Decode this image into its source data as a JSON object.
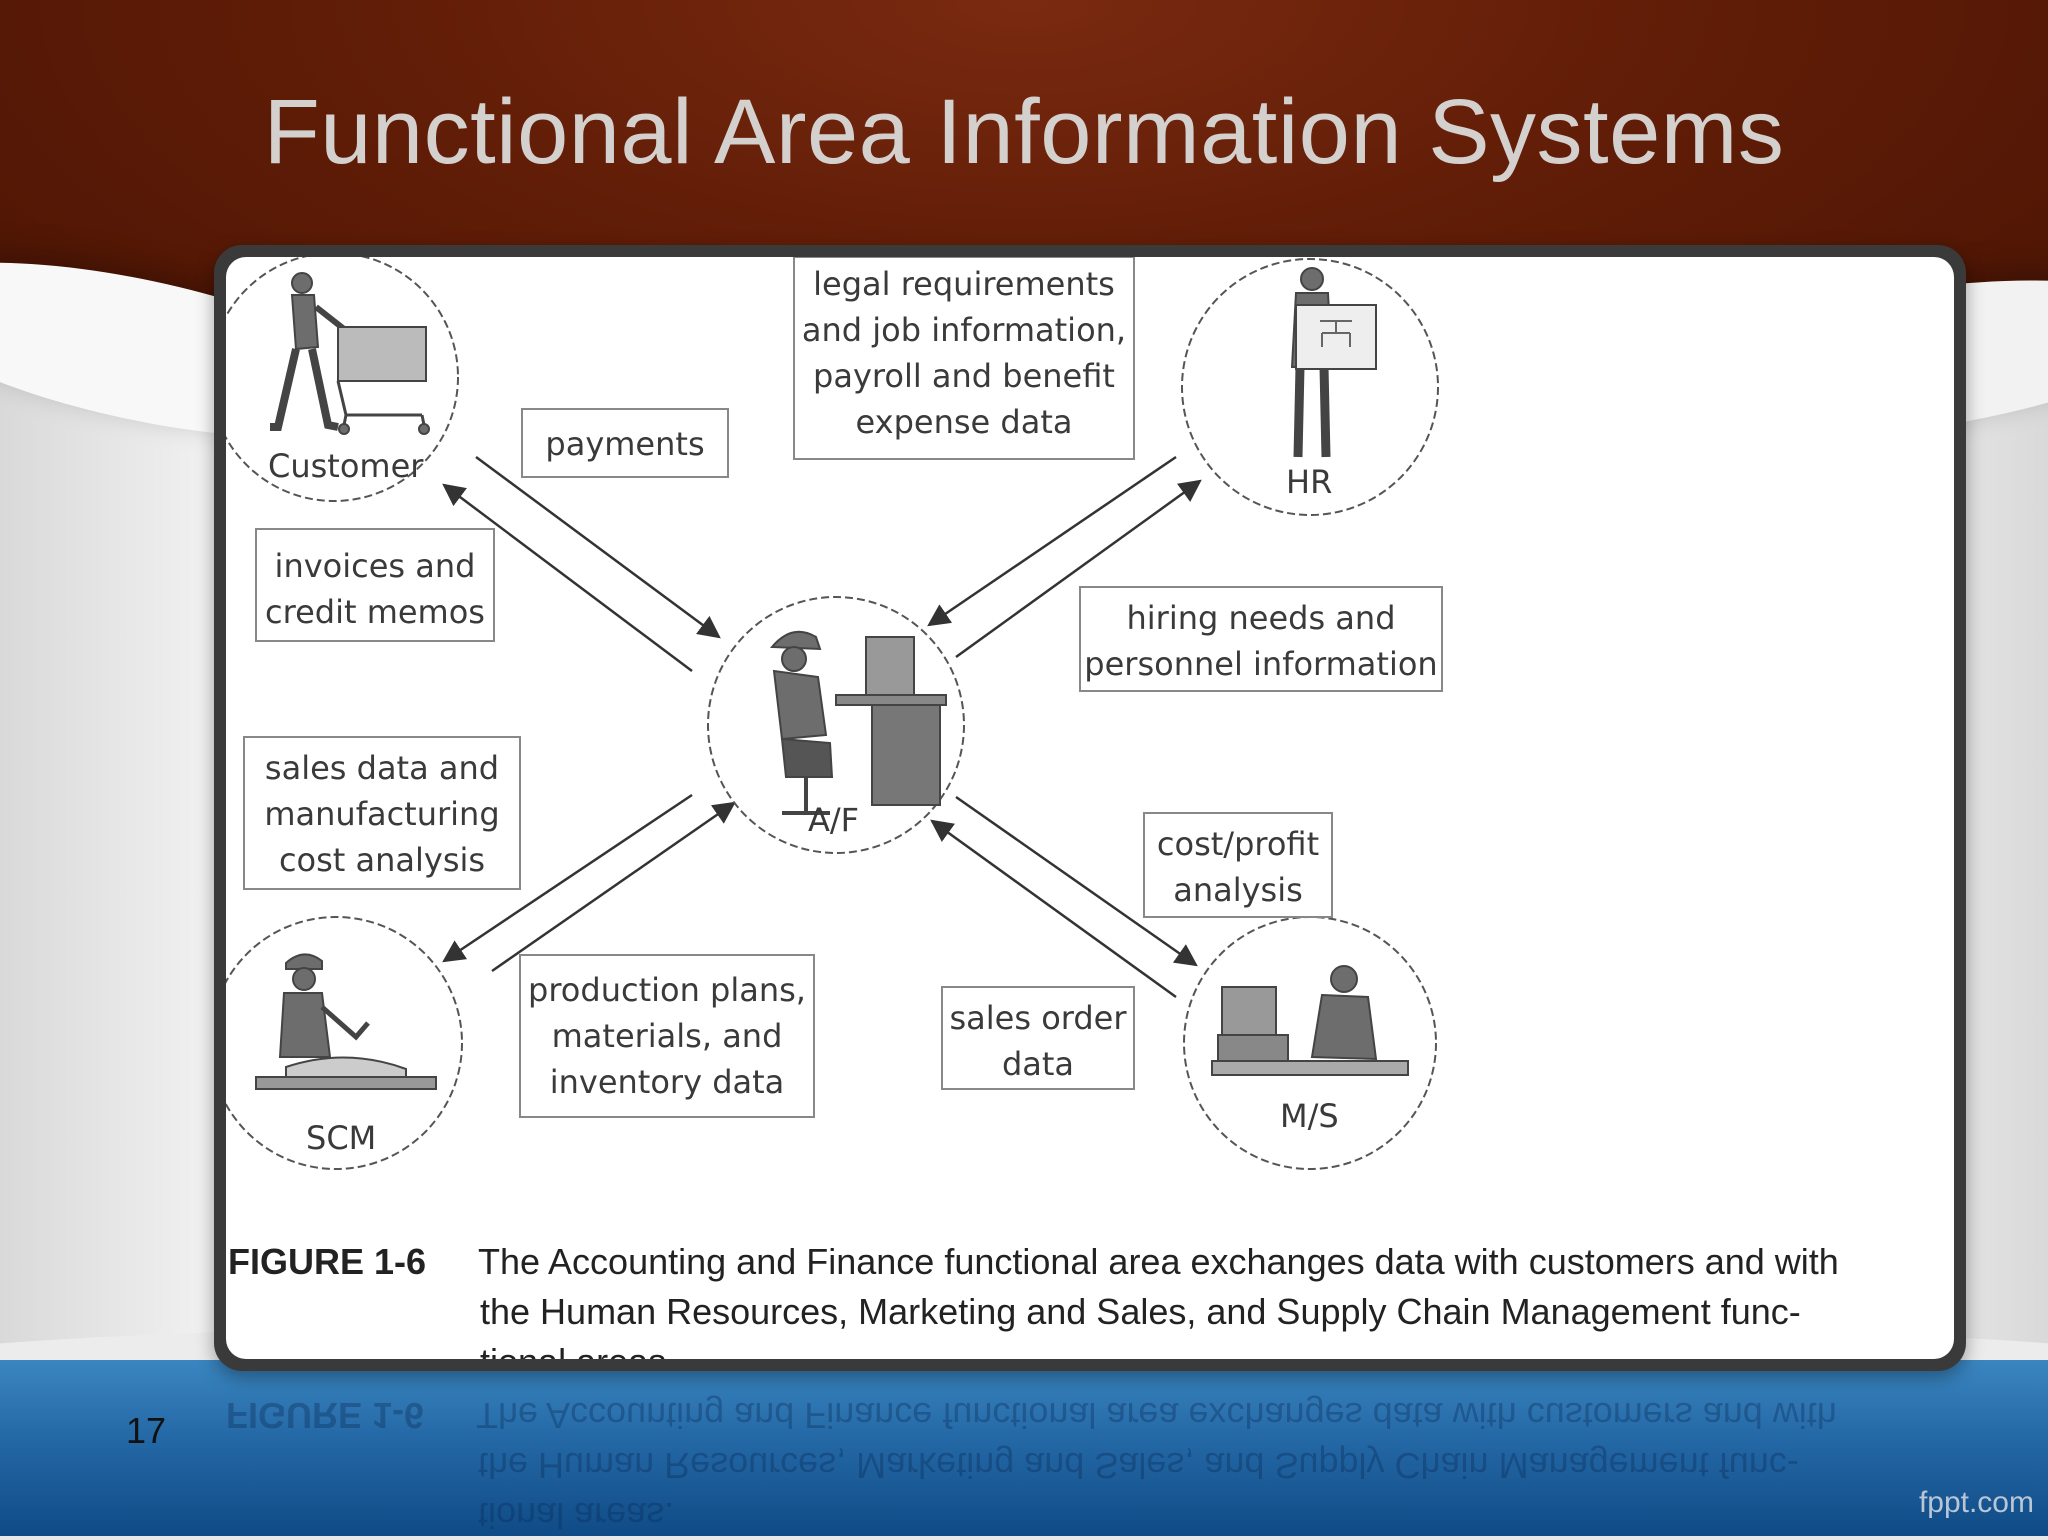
{
  "slide": {
    "title": "Functional Area Information Systems",
    "page_number": "17",
    "watermark": "fppt.com"
  },
  "diagram": {
    "nodes": {
      "customer": "Customer",
      "hr": "HR",
      "af": "A/F",
      "scm": "SCM",
      "ms": "M/S"
    },
    "labels": {
      "payments": [
        "payments"
      ],
      "legal": [
        "legal requirements",
        "and job information,",
        "payroll and benefit",
        "expense data"
      ],
      "invoices": [
        "invoices and",
        "credit memos"
      ],
      "hiring": [
        "hiring needs and",
        "personnel information"
      ],
      "sales_data": [
        "sales data and",
        "manufacturing",
        "cost analysis"
      ],
      "cost_profit": [
        "cost/profit",
        "analysis"
      ],
      "production": [
        "production plans,",
        "materials, and",
        "inventory data"
      ],
      "sales_order": [
        "sales order",
        "data"
      ]
    }
  },
  "caption": {
    "label": "FIGURE 1-6",
    "line1": "The Accounting and Finance functional area exchanges data with customers and with",
    "line2": "the Human Resources, Marketing and Sales, and Supply Chain Management func-",
    "line3": "tional areas."
  }
}
